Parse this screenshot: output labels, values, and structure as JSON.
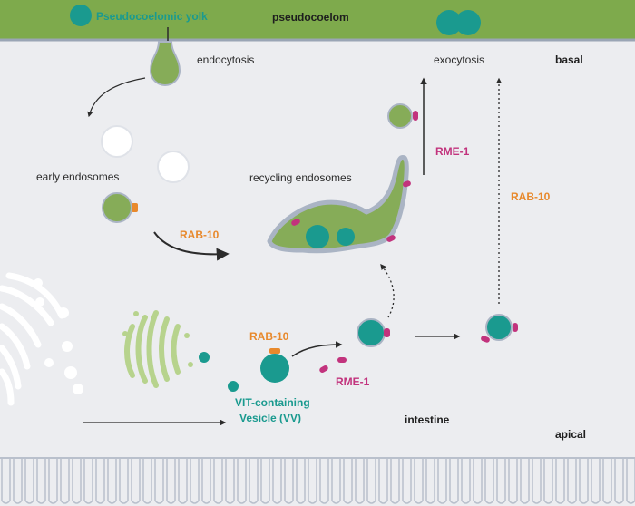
{
  "labels": {
    "pseudocoelomic_yolk": "Pseudocoelomic yolk",
    "pseudocoelom": "pseudocoelom",
    "endocytosis": "endocytosis",
    "exocytosis": "exocytosis",
    "basal": "basal",
    "early_endosomes": "early endosomes",
    "recycling_endosomes": "recycling endosomes",
    "rab10_upper": "RAB-10",
    "rab10_right": "RAB-10",
    "rab10_lower": "RAB-10",
    "rme1_upper": "RME-1",
    "rme1_lower": "RME-1",
    "vv_line1": "VIT-containing",
    "vv_line2": "Vesicle (VV)",
    "intestine": "intestine",
    "apical": "apical"
  },
  "colors": {
    "band_green": "#7eaa4c",
    "cytoplasm": "#ecedf0",
    "organelle_green": "#86ac58",
    "teal": "#1a9a8f",
    "rab10_orange": "#e8892c",
    "rme1_magenta": "#c2337d",
    "membrane_outline": "#aab4c4"
  }
}
